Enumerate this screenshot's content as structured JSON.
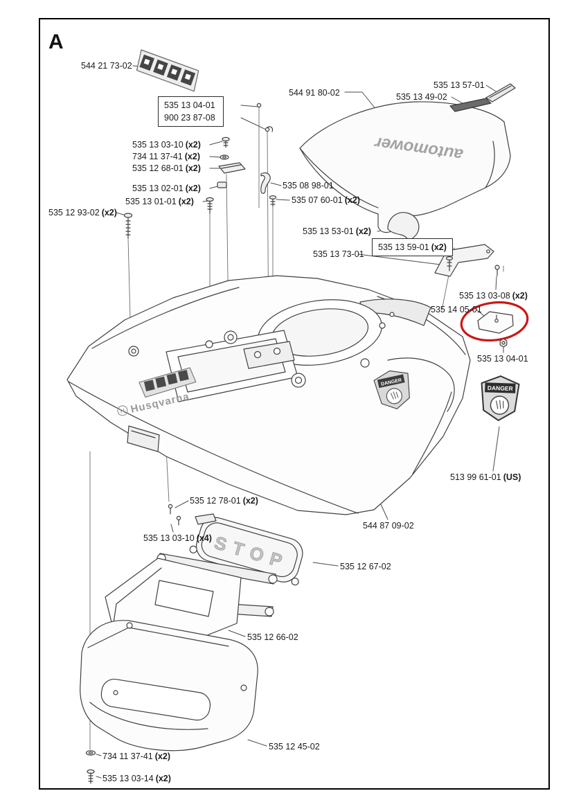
{
  "page": {
    "section_label": "A"
  },
  "illustration": {
    "brand": "Husqvarna",
    "cover_logo": "automower",
    "stop_button": "STOP",
    "danger": "DANGER",
    "red_highlight_color": "#cc1616"
  },
  "labels": [
    {
      "num": "544 21 73-02",
      "qty": ""
    },
    {
      "num": "535 13 04-01",
      "qty": ""
    },
    {
      "num": "900 23 87-08",
      "qty": ""
    },
    {
      "num": "535 13 03-10",
      "qty": "(x2)"
    },
    {
      "num": "734 11 37-41",
      "qty": "(x2)"
    },
    {
      "num": "535 12 68-01",
      "qty": "(x2)"
    },
    {
      "num": "535 13 02-01",
      "qty": "(x2)"
    },
    {
      "num": "535 13 01-01",
      "qty": "(x2)"
    },
    {
      "num": "535 12 93-02",
      "qty": "(x2)"
    },
    {
      "num": "544 91 80-02",
      "qty": ""
    },
    {
      "num": "535 13 57-01",
      "qty": ""
    },
    {
      "num": "535 13 49-02",
      "qty": ""
    },
    {
      "num": "535 08 98-01",
      "qty": ""
    },
    {
      "num": "535 07 60-01",
      "qty": "(x2)"
    },
    {
      "num": "535 13 53-01",
      "qty": "(x2)"
    },
    {
      "num": "535 13 59-01",
      "qty": "(x2)"
    },
    {
      "num": "535 13 73-01",
      "qty": ""
    },
    {
      "num": "535 13 03-08",
      "qty": "(x2)"
    },
    {
      "num": "535 14 05-01",
      "qty": ""
    },
    {
      "num": "535 13 04-01",
      "qty": ""
    },
    {
      "num": "513 99 61-01",
      "qty": "(US)"
    },
    {
      "num": "544 87 09-02",
      "qty": ""
    },
    {
      "num": "535 12 78-01",
      "qty": "(x2)"
    },
    {
      "num": "535 13 03-10",
      "qty": "(x4)"
    },
    {
      "num": "535 12 67-02",
      "qty": ""
    },
    {
      "num": "535 12 66-02",
      "qty": ""
    },
    {
      "num": "535 12 45-02",
      "qty": ""
    },
    {
      "num": "734 11 37-41",
      "qty": "(x2)"
    },
    {
      "num": "535 13 03-14",
      "qty": "(x2)"
    }
  ]
}
